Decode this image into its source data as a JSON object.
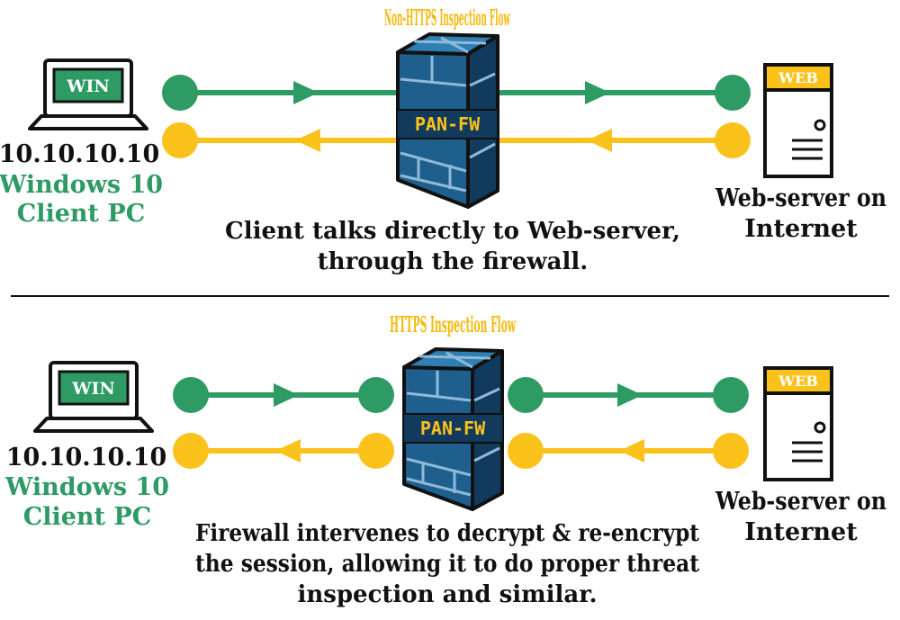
{
  "colors": {
    "green": "#2e9a64",
    "gold": "#fbc21b",
    "title_gold": "#f6b90d",
    "firewall_dark": "#123a5c",
    "firewall_mid": "#1f5f8e",
    "firewall_light": "#2e7fb4",
    "ink": "#111111"
  },
  "sections": [
    {
      "title": "Non-HTTPS Inspection Flow",
      "client": {
        "badge": "WIN",
        "ip": "10.10.10.10",
        "os": "Windows 10",
        "type": "Client PC"
      },
      "firewall_label": "PAN-FW",
      "server": {
        "badge": "WEB",
        "line1": "Web-server on",
        "line2": "Internet"
      },
      "caption": [
        "Client talks directly to Web-server,",
        "through the firewall."
      ]
    },
    {
      "title": "HTTPS Inspection Flow",
      "client": {
        "badge": "WIN",
        "ip": "10.10.10.10",
        "os": "Windows 10",
        "type": "Client PC"
      },
      "firewall_label": "PAN-FW",
      "server": {
        "badge": "WEB",
        "line1": "Web-server on",
        "line2": "Internet"
      },
      "caption": [
        "Firewall intervenes to decrypt & re-encrypt",
        "the session, allowing it to do proper threat",
        "inspection and similar."
      ]
    }
  ]
}
